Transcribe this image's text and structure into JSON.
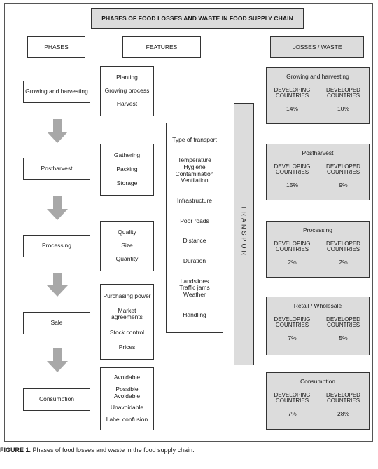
{
  "title": "PHASES OF FOOD LOSSES AND WASTE IN FOOD SUPPLY CHAIN",
  "headers": {
    "phases": "PHASES",
    "features": "FEATURES",
    "losses": "LOSSES / WASTE"
  },
  "phases": [
    "Growing and harvesting",
    "Postharvest",
    "Processing",
    "Sale",
    "Consumption"
  ],
  "features": [
    [
      "Planting",
      "Growing process",
      "Harvest"
    ],
    [
      "Gathering",
      "Packing",
      "Storage"
    ],
    [
      "Quality",
      "Size",
      "Quantity"
    ],
    [
      "Purchasing  power",
      "Market agreements",
      "Stock control",
      "Prices"
    ],
    [
      "Avoidable",
      "Possible Avoidable",
      "Unavoidable",
      "Label confusion"
    ]
  ],
  "transport_features": [
    "Type of transport",
    "Temperature\nHygiene\nContamination\nVentilation",
    "Infrastructure",
    "Poor roads",
    "Distance",
    "Duration",
    "Landslides\nTraffic jams\nWeather",
    "Handling"
  ],
  "transport_label": "TRANSPORT",
  "losses": [
    {
      "title": "Growing and harvesting",
      "developing": "14%",
      "developed": "10%"
    },
    {
      "title": "Postharvest",
      "developing": "15%",
      "developed": "9%"
    },
    {
      "title": "Processing",
      "developing": "2%",
      "developed": "2%"
    },
    {
      "title": "Retail / Wholesale",
      "developing": "7%",
      "developed": "5%"
    },
    {
      "title": "Consumption",
      "developing": "7%",
      "developed": "28%"
    }
  ],
  "developing_label": "DEVELOPING\nCOUNTRIES",
  "developed_label": "DEVELOPED\nCOUNTRIES",
  "caption_prefix": "FIGURE 1.",
  "caption_text": " Phases of food losses and waste in the food supply chain.",
  "colors": {
    "arrow": "#a8a8a8",
    "loss_fill": "#dcdcdc",
    "border": "#333333"
  }
}
